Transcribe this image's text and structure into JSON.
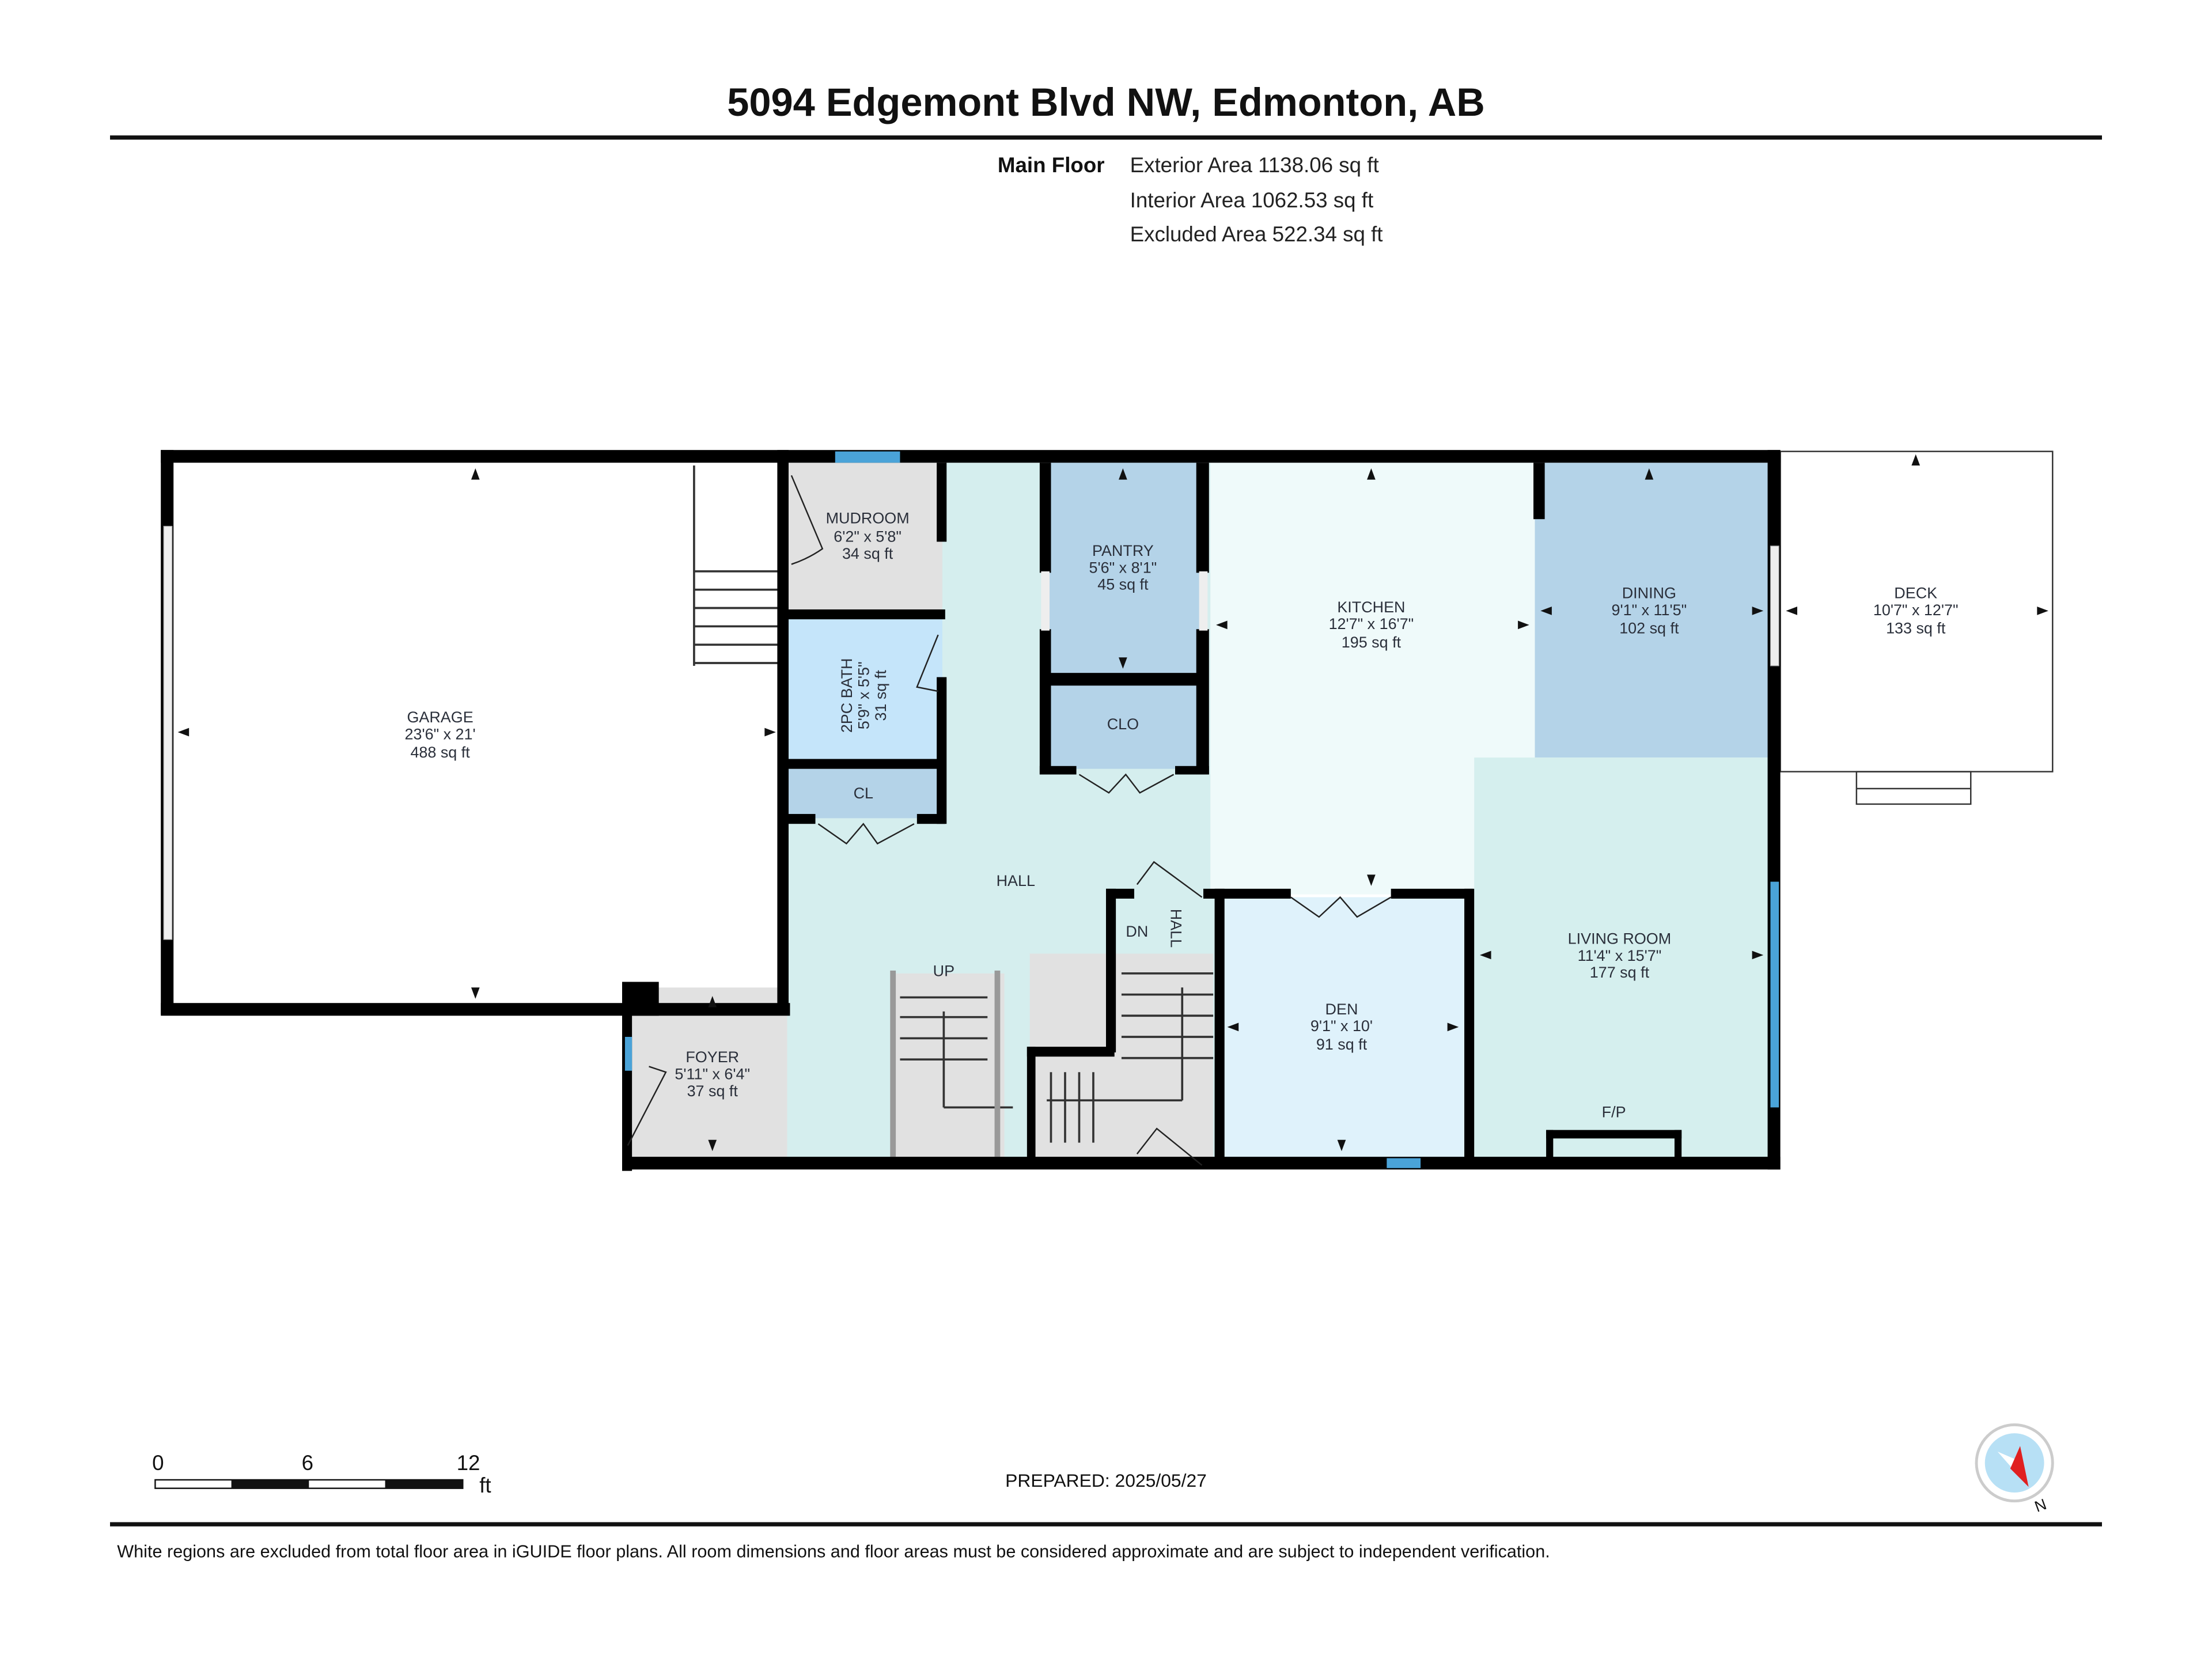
{
  "header": {
    "title": "5094 Edgemont Blvd NW, Edmonton, AB"
  },
  "summary": {
    "floor_label": "Main Floor",
    "exterior": "Exterior Area 1138.06 sq ft",
    "interior": "Interior Area 1062.53 sq ft",
    "excluded": "Excluded Area 522.34 sq ft"
  },
  "rooms": {
    "garage": {
      "name": "GARAGE",
      "dims": "23'6\" x 21'",
      "area": "488 sq ft"
    },
    "mudroom": {
      "name": "MUDROOM",
      "dims": "6'2\" x 5'8\"",
      "area": "34 sq ft"
    },
    "bath": {
      "name": "2PC BATH",
      "dims": "5'9\" x 5'5\"",
      "area": "31 sq ft"
    },
    "cl": {
      "name": "CL"
    },
    "pantry": {
      "name": "PANTRY",
      "dims": "5'6\" x 8'1\"",
      "area": "45 sq ft"
    },
    "clo": {
      "name": "CLO"
    },
    "kitchen": {
      "name": "KITCHEN",
      "dims": "12'7\" x 16'7\"",
      "area": "195 sq ft"
    },
    "dining": {
      "name": "DINING",
      "dims": "9'1\" x 11'5\"",
      "area": "102 sq ft"
    },
    "deck": {
      "name": "DECK",
      "dims": "10'7\" x 12'7\"",
      "area": "133 sq ft"
    },
    "hall": {
      "name": "HALL"
    },
    "hall2": {
      "name": "HALL"
    },
    "dn": {
      "name": "DN"
    },
    "up": {
      "name": "UP"
    },
    "foyer": {
      "name": "FOYER",
      "dims": "5'11\" x 6'4\"",
      "area": "37 sq ft"
    },
    "den": {
      "name": "DEN",
      "dims": "9'1\" x 10'",
      "area": "91 sq ft"
    },
    "living": {
      "name": "LIVING ROOM",
      "dims": "11'4\" x 15'7\"",
      "area": "177 sq ft"
    },
    "fp": {
      "name": "F/P"
    }
  },
  "scale": {
    "t0": "0",
    "t6": "6",
    "t12": "12",
    "unit": "ft"
  },
  "prepared": "PREPARED: 2025/05/27",
  "compass": {
    "label": "N"
  },
  "footer": {
    "disclaimer": "White regions are excluded from total floor area in iGUIDE floor plans. All room dimensions and floor areas must be considered approximate and are subject to independent verification."
  },
  "colors": {
    "hall": "#d5eeee",
    "kitchen": "#effafa",
    "blue_room": "#b4d3e8",
    "bath": "#c5e5fa",
    "den": "#dff2fb",
    "gray": "#e1e1e1",
    "window": "#4aa3d8"
  }
}
